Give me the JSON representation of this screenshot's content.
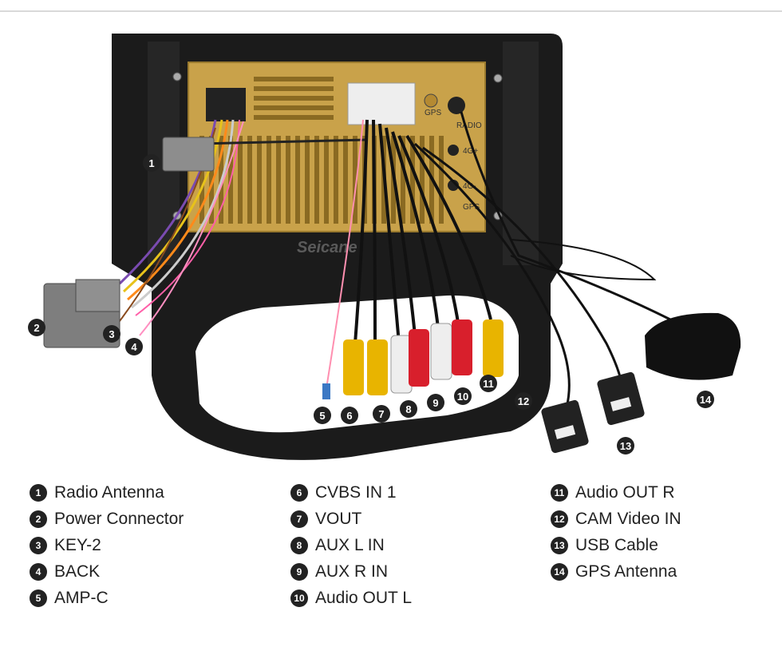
{
  "watermark": "Seicane",
  "unit_labels": {
    "gps": "GPS",
    "radio": "RADIO",
    "fourg_plus": "4G+",
    "fourg_minus": "4G-",
    "gps_port": "GPS"
  },
  "colors": {
    "frame": "#1b1b1b",
    "panel": "#c9a24a",
    "badge": "#222222",
    "rca_yellow": "#e8b400",
    "rca_red": "#d81f2c",
    "rca_white": "#eeeeee",
    "plug": "#8d8d8d"
  },
  "legend": [
    {
      "num": "1",
      "label": "Radio Antenna"
    },
    {
      "num": "2",
      "label": "Power Connector"
    },
    {
      "num": "3",
      "label": "KEY-2"
    },
    {
      "num": "4",
      "label": "BACK"
    },
    {
      "num": "5",
      "label": "AMP-C"
    },
    {
      "num": "6",
      "label": "CVBS IN 1"
    },
    {
      "num": "7",
      "label": "VOUT"
    },
    {
      "num": "8",
      "label": "AUX L IN"
    },
    {
      "num": "9",
      "label": "AUX R IN"
    },
    {
      "num": "10",
      "label": "Audio OUT L"
    },
    {
      "num": "11",
      "label": "Audio OUT R"
    },
    {
      "num": "12",
      "label": "CAM Video IN"
    },
    {
      "num": "13",
      "label": "USB Cable"
    },
    {
      "num": "14",
      "label": "GPS Antenna"
    }
  ]
}
